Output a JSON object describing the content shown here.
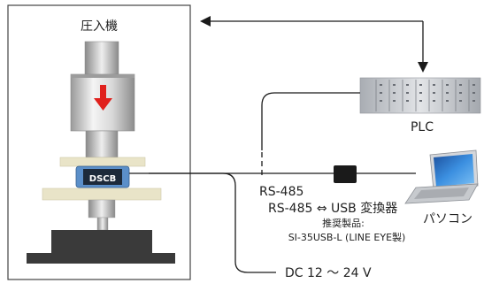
{
  "press": {
    "title": "圧入機",
    "sensor_label": "DSCB"
  },
  "plc": {
    "label": "PLC"
  },
  "pc": {
    "label": "パソコン"
  },
  "connections": {
    "rs485_label": "RS-485",
    "converter_label": "RS-485 ⇔ USB 変換器",
    "recommended_label": "推奨製品:",
    "recommended_product": "SI-35USB-L (LINE EYE製)",
    "power_label": "DC 12 ～ 24 V"
  },
  "colors": {
    "arrow_red": "#e0201c",
    "line": "#1a1a1a",
    "frame": "#444444",
    "base_dark": "#3a3a3a",
    "plate": "#e9e4c8",
    "cylinder": "#bdbdbd",
    "plc_body": "#b8bcc2",
    "laptop_blue": "#2a7fd0"
  }
}
